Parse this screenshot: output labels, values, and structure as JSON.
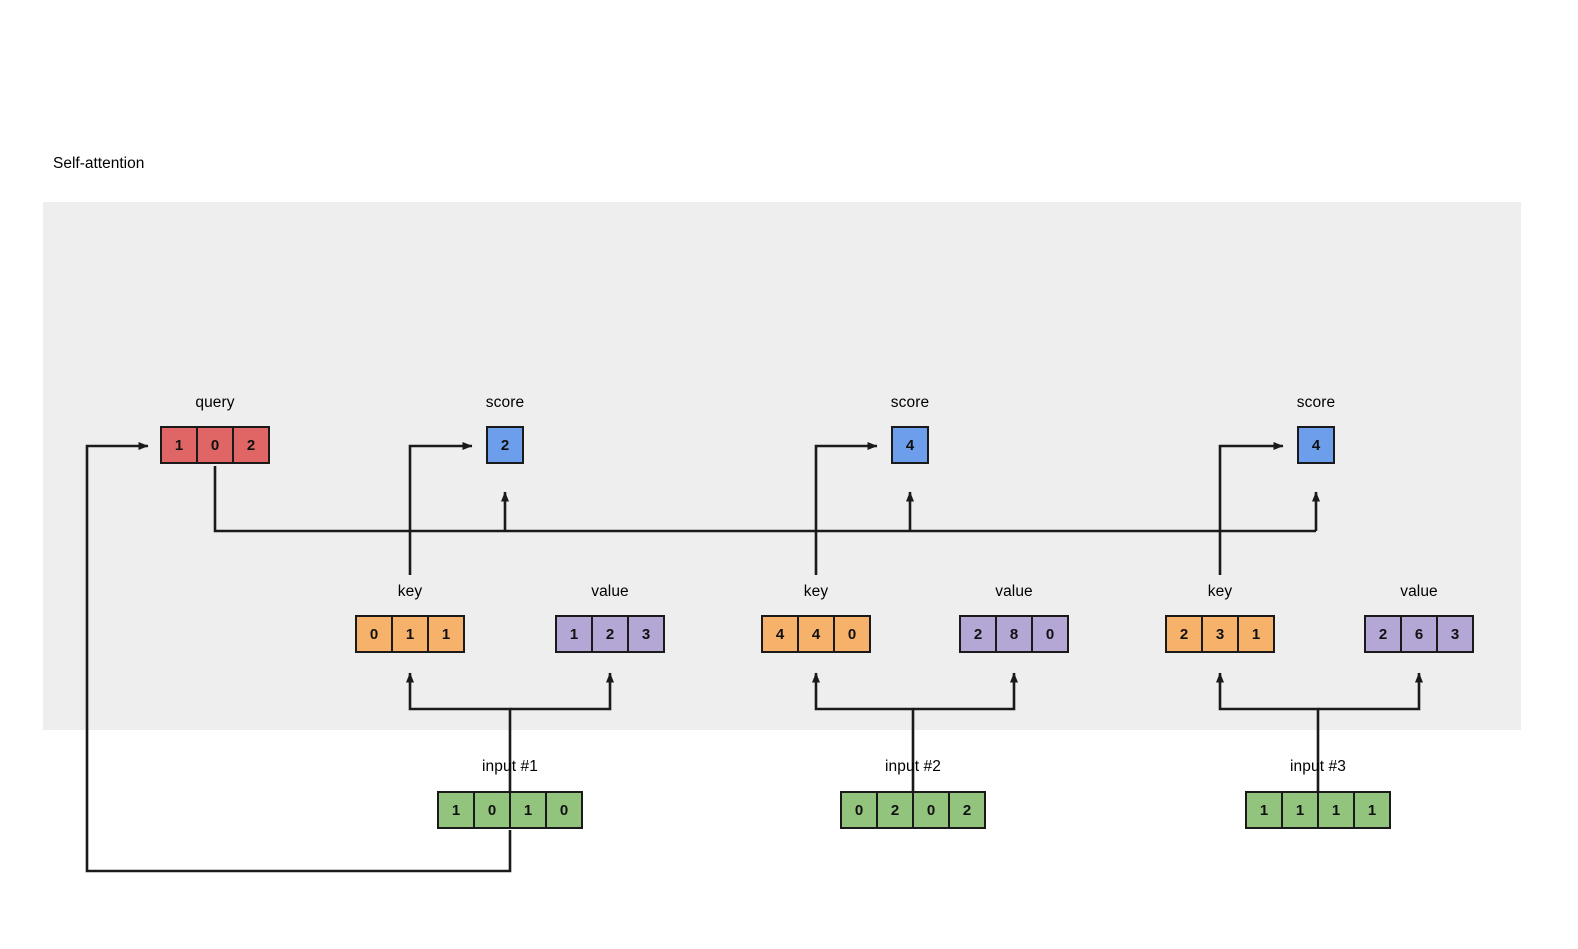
{
  "diagram": {
    "title": "Self-attention",
    "panel_color": "#eeeeee",
    "background": "#ffffff",
    "line_color": "#1a1a1a"
  },
  "labels": {
    "query": "query",
    "key": "key",
    "value": "value",
    "score": "score",
    "input1": "input #1",
    "input2": "input #2",
    "input3": "input #3"
  },
  "colors": {
    "query": "#e06666",
    "key": "#f6b26b",
    "value": "#b4a7d6",
    "input": "#93c47d",
    "score": "#6d9eeb",
    "border": "#1a1a1a"
  },
  "chart_data": {
    "type": "diagram",
    "title": "Self-attention",
    "query": {
      "label": "query",
      "values": [
        "1",
        "0",
        "2"
      ],
      "color": "#e06666"
    },
    "groups": [
      {
        "input_label": "input #1",
        "input": [
          "1",
          "0",
          "1",
          "0"
        ],
        "key_label": "key",
        "key": [
          "0",
          "1",
          "1"
        ],
        "value_label": "value",
        "value": [
          "1",
          "2",
          "3"
        ],
        "score_label": "score",
        "score": [
          "2"
        ]
      },
      {
        "input_label": "input #2",
        "input": [
          "0",
          "2",
          "0",
          "2"
        ],
        "key_label": "key",
        "key": [
          "4",
          "4",
          "0"
        ],
        "value_label": "value",
        "value": [
          "2",
          "8",
          "0"
        ],
        "score_label": "score",
        "score": [
          "4"
        ]
      },
      {
        "input_label": "input #3",
        "input": [
          "1",
          "1",
          "1",
          "1"
        ],
        "key_label": "key",
        "key": [
          "2",
          "3",
          "1"
        ],
        "value_label": "value",
        "value": [
          "2",
          "6",
          "3"
        ],
        "score_label": "score",
        "score": [
          "4"
        ]
      }
    ]
  }
}
